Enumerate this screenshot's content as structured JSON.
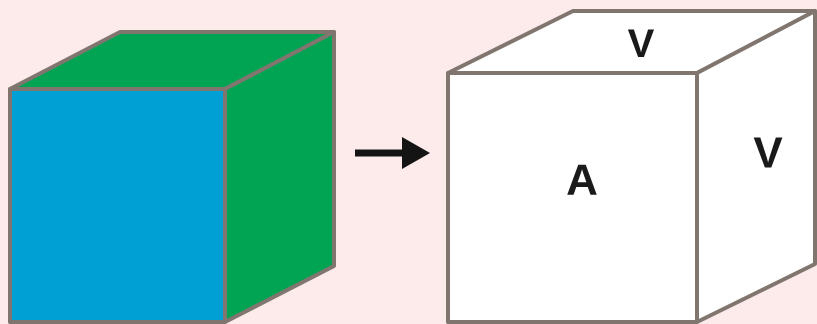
{
  "colors": {
    "background": "#fdeaea",
    "edge": "#80766f",
    "colored_cube_front": "#00a0d4",
    "colored_cube_top": "#00a453",
    "colored_cube_right": "#00a453",
    "plain_cube_faces": "#ffffff",
    "arrow": "#141414"
  },
  "labels": {
    "top_face": "V",
    "front_face": "A",
    "right_face": "V"
  }
}
